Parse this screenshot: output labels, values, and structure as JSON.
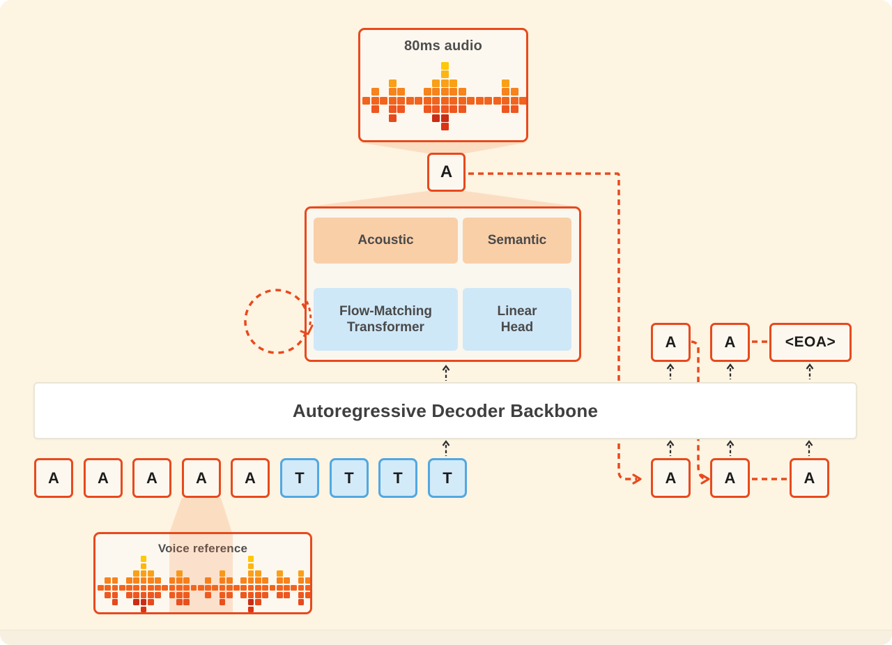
{
  "colors": {
    "background": "#FDF4E2",
    "accent_orange": "#E8491D",
    "panel_fill": "#FDF8EF",
    "bigbox_fill": "#FAF7EF",
    "peach_fill": "#F9CFA8",
    "lightblue_fill": "#CFE8F8",
    "blue_border": "#51A8E0",
    "blue_token_fill": "#D3EAF9",
    "backbone_fill": "#FFFFFF",
    "backbone_border": "#E9E4D5",
    "arrow_dark": "#2F2F2F",
    "cone_tint": "rgba(242,112,35,0.17)"
  },
  "audio_output": {
    "title": "80ms audio",
    "token": "A"
  },
  "decoder_head": {
    "acoustic": "Acoustic",
    "semantic": "Semantic",
    "flow": "Flow-Matching\nTransformer",
    "linear": "Linear\nHead"
  },
  "backbone": {
    "label": "Autoregressive Decoder Backbone"
  },
  "input_tokens": [
    "A",
    "A",
    "A",
    "A",
    "A",
    "T",
    "T",
    "T",
    "T"
  ],
  "voice_reference": {
    "title": "Voice reference"
  },
  "generated_tokens": {
    "top": [
      "A",
      "A",
      "<EOA>"
    ],
    "bottom": [
      "A",
      "A",
      "A"
    ]
  },
  "waveforms": {
    "palette": {
      "center": "#F1641E",
      "up": [
        "#F6831C",
        "#F9A018",
        "#FCB513",
        "#FFC808"
      ],
      "down": [
        "#EE571F",
        "#E64A1C",
        "#DC3412"
      ],
      "down_hot": [
        "#EE571F",
        "#C92D13",
        "#DC3412"
      ]
    },
    "audio_80ms": {
      "columns": [
        [
          0,
          0
        ],
        [
          1,
          1
        ],
        [
          0,
          0
        ],
        [
          2,
          2
        ],
        [
          1,
          1
        ],
        [
          0,
          0
        ],
        [
          0,
          0
        ],
        [
          1,
          1
        ],
        [
          2,
          2
        ],
        [
          4,
          3
        ],
        [
          2,
          1
        ],
        [
          1,
          1
        ],
        [
          0,
          0
        ],
        [
          0,
          0
        ],
        [
          0,
          0
        ],
        [
          0,
          0
        ],
        [
          2,
          1
        ],
        [
          1,
          1
        ],
        [
          0,
          0
        ]
      ],
      "hot": [
        8,
        9
      ]
    },
    "voice_reference": {
      "columns": [
        [
          0,
          0
        ],
        [
          1,
          1
        ],
        [
          1,
          2
        ],
        [
          0,
          0
        ],
        [
          1,
          1
        ],
        [
          2,
          2
        ],
        [
          4,
          3
        ],
        [
          2,
          2
        ],
        [
          1,
          1
        ],
        [
          0,
          0
        ],
        [
          1,
          1
        ],
        [
          2,
          2
        ],
        [
          1,
          2
        ],
        [
          0,
          0
        ],
        [
          0,
          0
        ],
        [
          1,
          1
        ],
        [
          0,
          0
        ],
        [
          2,
          2
        ],
        [
          1,
          1
        ],
        [
          0,
          0
        ],
        [
          1,
          1
        ],
        [
          4,
          3
        ],
        [
          2,
          2
        ],
        [
          1,
          1
        ],
        [
          0,
          0
        ],
        [
          2,
          1
        ],
        [
          1,
          1
        ],
        [
          0,
          0
        ],
        [
          2,
          2
        ],
        [
          1,
          1
        ]
      ],
      "hot": [
        5,
        6,
        20,
        21
      ]
    }
  }
}
